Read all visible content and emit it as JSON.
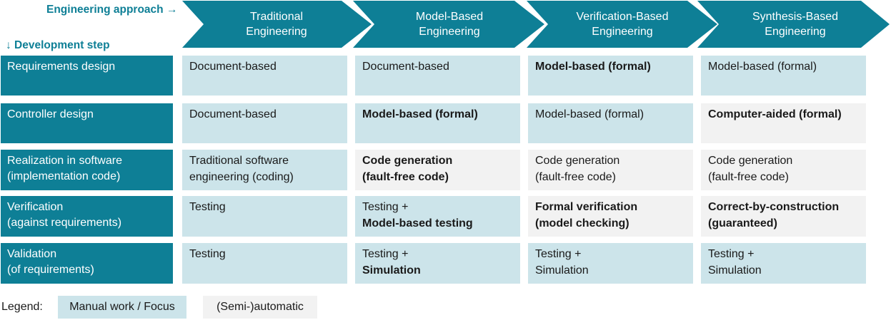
{
  "header": {
    "approach_label": "Engineering approach →",
    "step_label": "↓ Development step",
    "colors": {
      "accent": "#0e7f96",
      "manual": "#cce4ea",
      "semi_auto": "#f2f2f2"
    }
  },
  "approaches": [
    {
      "line1": "Traditional",
      "line2": "Engineering"
    },
    {
      "line1": "Model-Based",
      "line2": "Engineering"
    },
    {
      "line1": "Verification-Based",
      "line2": "Engineering"
    },
    {
      "line1": "Synthesis-Based",
      "line2": "Engineering"
    }
  ],
  "rows": [
    {
      "label": [
        "Requirements design"
      ],
      "cells": [
        {
          "kind": "manual",
          "lines": [
            {
              "text": "Document-based",
              "bold": false
            }
          ]
        },
        {
          "kind": "manual",
          "lines": [
            {
              "text": "Document-based",
              "bold": false
            }
          ]
        },
        {
          "kind": "manual",
          "lines": [
            {
              "text": "Model-based (formal)",
              "bold": true
            }
          ]
        },
        {
          "kind": "manual",
          "lines": [
            {
              "text": "Model-based (formal)",
              "bold": false
            }
          ]
        }
      ]
    },
    {
      "label": [
        "Controller design"
      ],
      "cells": [
        {
          "kind": "manual",
          "lines": [
            {
              "text": "Document-based",
              "bold": false
            }
          ]
        },
        {
          "kind": "manual",
          "lines": [
            {
              "text": "Model-based (formal)",
              "bold": true
            }
          ]
        },
        {
          "kind": "manual",
          "lines": [
            {
              "text": "Model-based (formal)",
              "bold": false
            }
          ]
        },
        {
          "kind": "auto",
          "lines": [
            {
              "text": "Computer-aided (formal)",
              "bold": true
            }
          ]
        }
      ]
    },
    {
      "label": [
        "Realization in software",
        "(implementation code)"
      ],
      "cells": [
        {
          "kind": "manual",
          "lines": [
            {
              "text": "Traditional software",
              "bold": false
            },
            {
              "text": "engineering (coding)",
              "bold": false
            }
          ]
        },
        {
          "kind": "auto",
          "lines": [
            {
              "text": "Code generation",
              "bold": true
            },
            {
              "text": "(fault-free code)",
              "bold": true
            }
          ]
        },
        {
          "kind": "auto",
          "lines": [
            {
              "text": "Code generation",
              "bold": false
            },
            {
              "text": "(fault-free code)",
              "bold": false
            }
          ]
        },
        {
          "kind": "auto",
          "lines": [
            {
              "text": "Code generation",
              "bold": false
            },
            {
              "text": "(fault-free code)",
              "bold": false
            }
          ]
        }
      ]
    },
    {
      "label": [
        "Verification",
        "(against requirements)"
      ],
      "cells": [
        {
          "kind": "manual",
          "lines": [
            {
              "text": "Testing",
              "bold": false
            }
          ]
        },
        {
          "kind": "manual",
          "lines": [
            {
              "text": "Testing +",
              "bold": false
            },
            {
              "text": "Model-based testing",
              "bold": true
            }
          ]
        },
        {
          "kind": "auto",
          "lines": [
            {
              "text": "Formal verification",
              "bold": true
            },
            {
              "text": "(model checking)",
              "bold": true
            }
          ]
        },
        {
          "kind": "auto",
          "lines": [
            {
              "text": "Correct-by-construction",
              "bold": true
            },
            {
              "text": "(guaranteed)",
              "bold": true
            }
          ]
        }
      ]
    },
    {
      "label": [
        "Validation",
        "(of requirements)"
      ],
      "cells": [
        {
          "kind": "manual",
          "lines": [
            {
              "text": "Testing",
              "bold": false
            }
          ]
        },
        {
          "kind": "manual",
          "lines": [
            {
              "text": "Testing +",
              "bold": false
            },
            {
              "text": "Simulation",
              "bold": true
            }
          ]
        },
        {
          "kind": "manual",
          "lines": [
            {
              "text": "Testing +",
              "bold": false
            },
            {
              "text": "Simulation",
              "bold": false
            }
          ]
        },
        {
          "kind": "manual",
          "lines": [
            {
              "text": "Testing +",
              "bold": false
            },
            {
              "text": "Simulation",
              "bold": false
            }
          ]
        }
      ]
    }
  ],
  "legend": {
    "label": "Legend:",
    "manual": "Manual work / Focus",
    "semi_auto": "(Semi-)automatic"
  }
}
